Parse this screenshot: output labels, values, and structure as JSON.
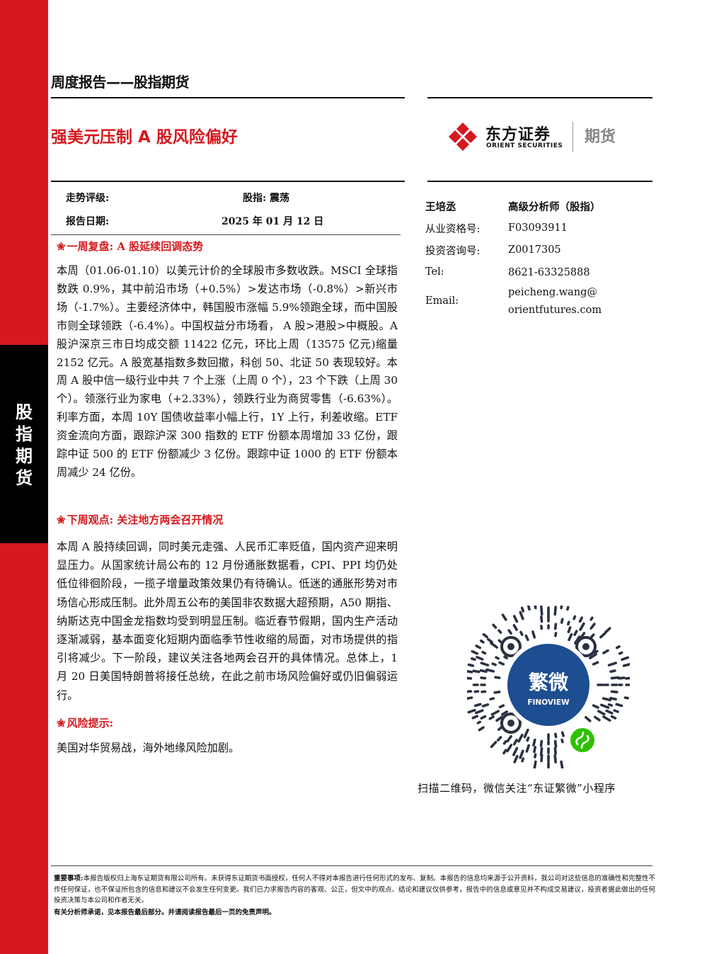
{
  "sidebar": {
    "chars": [
      "股",
      "指",
      "期",
      "货"
    ]
  },
  "header": {
    "report_type": "周度报告——股指期货",
    "title": "强美元压制 A 股风险偏好"
  },
  "logo": {
    "cn": "东方证券",
    "en": "ORIENT SECURITIES",
    "suffix": "期货",
    "brand_color": "#d6191e"
  },
  "meta": {
    "rating_label": "走势评级:",
    "rating_value": "股指: 震荡",
    "date_label": "报告日期:",
    "date_value": "2025 年 01 月 12 日"
  },
  "sections": {
    "s1_title": "一周复盘: A 股延续回调态势",
    "s1_body": "本周（01.06-01.10）以美元计价的全球股市多数收跌。MSCI 全球指数跌 0.9%，其中前沿市场（+0.5%）>发达市场（-0.8%）>新兴市场（-1.7%）。主要经济体中，韩国股市涨幅 5.9%领跑全球，而中国股市则全球领跌（-6.4%）。中国权益分市场看， A 股>港股>中概股。A 股沪深京三市日均成交额 11422 亿元，环比上周（13575 亿元)缩量 2152 亿元。A 股宽基指数多数回撤，科创 50、北证 50 表现较好。本周 A 股中信一级行业中共 7 个上涨（上周 0 个），23 个下跌（上周 30 个）。领涨行业为家电（+2.33%），领跌行业为商贸零售（-6.63%）。利率方面，本周 10Y 国债收益率小幅上行，1Y 上行，利差收缩。ETF 资金流向方面，跟踪沪深 300 指数的 ETF 份额本周增加 33 亿份，跟踪中证 500 的 ETF 份额减少 3 亿份。跟踪中证 1000 的 ETF 份额本周减少 24 亿份。",
    "s2_title": "下周观点: 关注地方两会召开情况",
    "s2_body": "本周 A 股持续回调，同时美元走强、人民币汇率贬值，国内资产迎来明显压力。从国家统计局公布的 12 月份通胀数据看，CPI、PPI 均仍处低位徘徊阶段，一揽子增量政策效果仍有待确认。低迷的通胀形势对市场信心形成压制。此外周五公布的美国非农数据大超预期，A50 期指、纳斯达克中国金龙指数均受到明显压制。临近春节假期，国内生产活动逐渐减弱，基本面变化短期内面临季节性收缩的局面，对市场提供的指引将减少。下一阶段，建议关注各地两会召开的具体情况。总体上，1 月 20 日美国特朗普将接任总统，在此之前市场风险偏好或仍旧偏弱运行。",
    "s3_title": "风险提示:",
    "s3_body": "美国对华贸易战，海外地缘风险加剧。"
  },
  "analyst": {
    "name": "王培丞",
    "role": "高级分析师（股指）",
    "cert_label": "从业资格号:",
    "cert_value": "F03093911",
    "consult_label": "投资咨询号:",
    "consult_value": "Z0017305",
    "tel_label": "Tel:",
    "tel_value": "8621-63325888",
    "email_label": "Email:",
    "email_value_1": "peicheng.wang@",
    "email_value_2": "orientfutures.com"
  },
  "qr": {
    "center_cn": "繁微",
    "center_en": "FINOVIEW",
    "caption": "扫描二维码，微信关注“东证繁微”小程序"
  },
  "disclaimer": {
    "label": "重要事项:",
    "text": "本报告版权归上海东证期货有限公司所有。未获得东证期货书面授权，任何人不得对本报告进行任何形式的发布、复制。本报告的信息均来源于公开资料，我公司对这些信息的准确性和完整性不作任何保证，也不保证所包含的信息和建议不会发生任何变更。我们已力求报告内容的客观、公正，但文中的观点、结论和建议仅供参考，报告中的信息或意见并不构成交易建议，投资者据此做出的任何投资决策与本公司和作者无关。",
    "footer_bold": "有关分析师承诺，见本报告最后部分。并请阅读报告最后一页的免责声明。"
  }
}
